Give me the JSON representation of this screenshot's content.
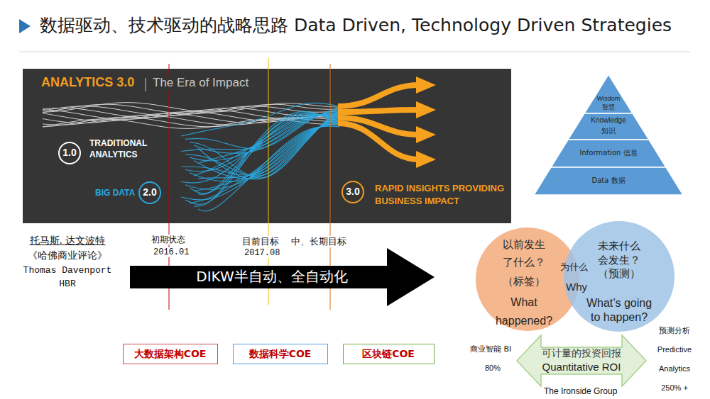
{
  "diagram": {
    "title": "数据驱动、技术驱动的战略思路 Data Driven, Technology Driven Strategies",
    "nodes": [
      {
        "text": [
          "ANALYTICS 3.0",
          "The Era of Impact"
        ]
      },
      {
        "text": [
          "1.0"
        ],
        "in": 0
      },
      {
        "text": [
          "2.0"
        ],
        "in": 0
      },
      {
        "text": [
          "3.0"
        ],
        "in": 0
      },
      {
        "text": [
          "Wisdom",
          "智慧"
        ]
      },
      {
        "text": [
          "Knowledge",
          "知识"
        ]
      },
      {
        "text": [
          "Information 信息"
        ]
      },
      {
        "text": [
          "Data 数据"
        ]
      },
      {
        "text": [
          "DIKW半自动、全自动化"
        ]
      },
      {
        "text": [
          "以前发生 了什么？",
          "（标签）",
          "What happened?"
        ]
      },
      {
        "text": [
          "未来什么 会发生？",
          "（预测）",
          "What’s going to happen?"
        ]
      },
      {
        "text": [
          "大数据架构COE"
        ]
      },
      {
        "text": [
          "数据科学COE"
        ]
      },
      {
        "text": [
          "区块链COE"
        ]
      },
      {
        "text": [
          "可计量的投资回报",
          "Quantitative ROI"
        ]
      }
    ],
    "labels": [
      "TRADITIONAL ANALYTICS",
      "BIG DATA",
      "RAPID INSIGHTS PROVIDING BUSINESS IMPACT",
      "托马斯. 达文波特",
      "《哈佛商业评论》",
      "Thomas Davenport",
      "HBR",
      "初期状态",
      "2016.01",
      "目前目标",
      "2017.08",
      "中、长期目标",
      "为什么",
      "Why",
      "商业智能 BI",
      "80%",
      "预测分析 Predictive Analytics",
      "250% +",
      "The Ironside Group"
    ]
  }
}
